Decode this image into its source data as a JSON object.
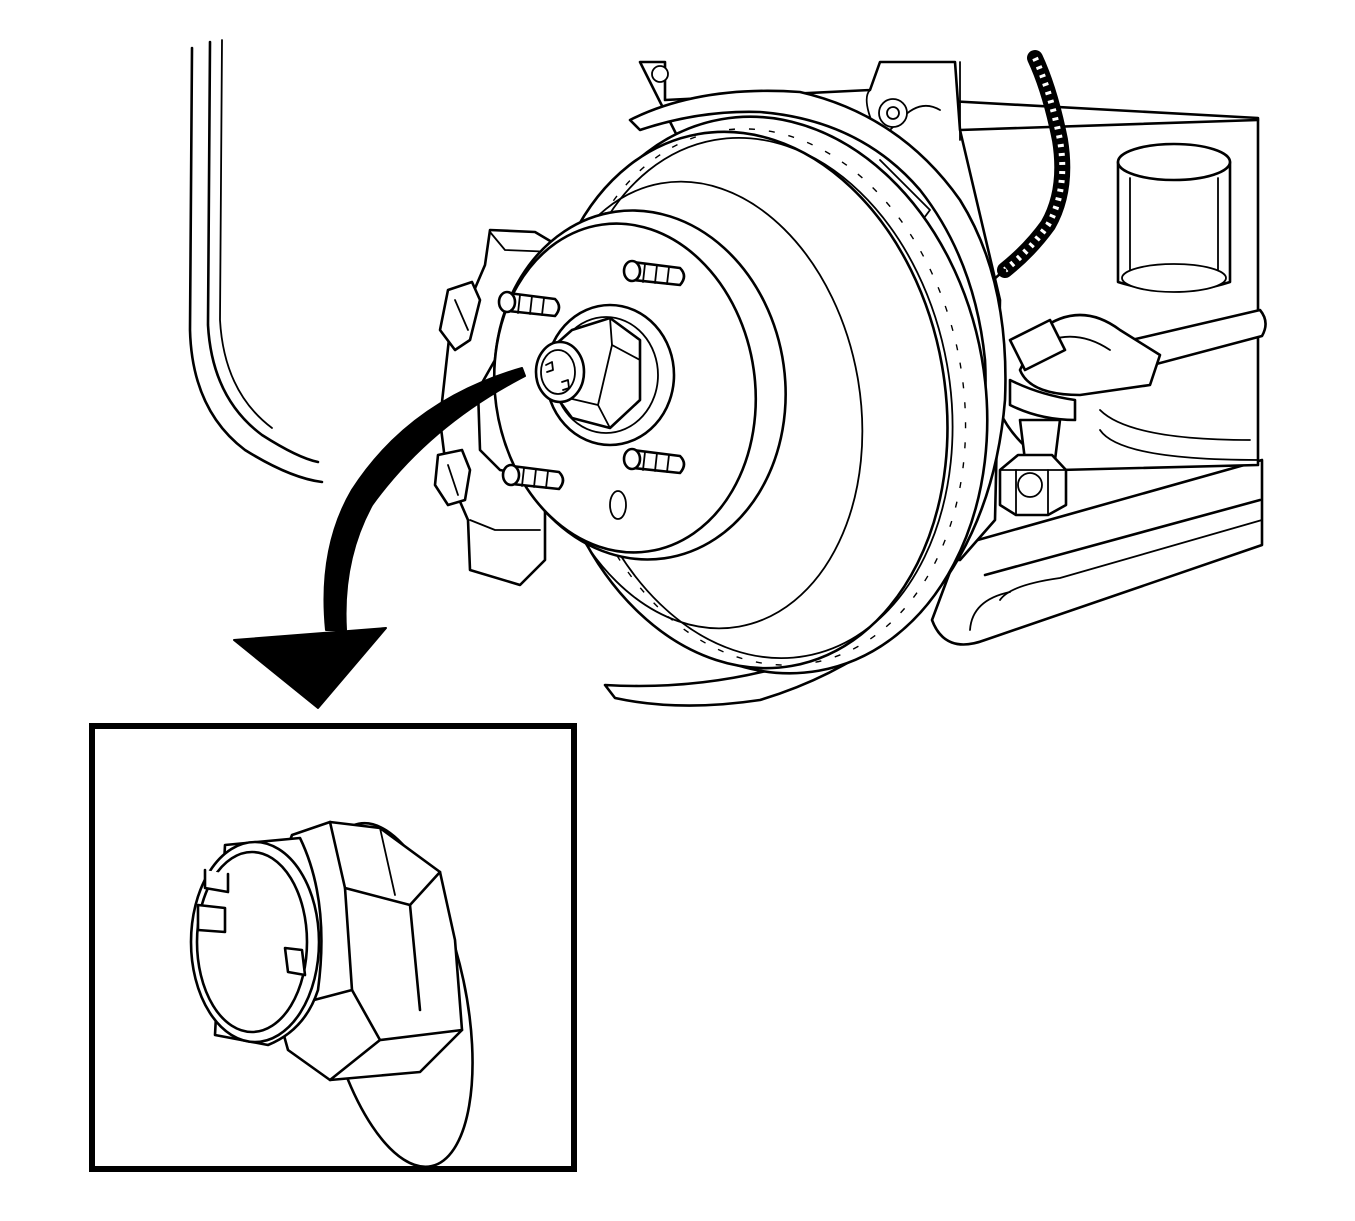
{
  "figure": {
    "background": "#ffffff",
    "line_color": "#000000",
    "components": [
      "frame-rail",
      "dust-shield",
      "brake-rotor",
      "wheel-hub",
      "wheel-studs",
      "hub-nut",
      "brake-caliper-bracket",
      "wheel-speed-sensor-harness",
      "steering-knuckle",
      "outer-tie-rod-end",
      "lower-control-arm",
      "callout-arrow",
      "detail-inset-hub-nut"
    ]
  }
}
